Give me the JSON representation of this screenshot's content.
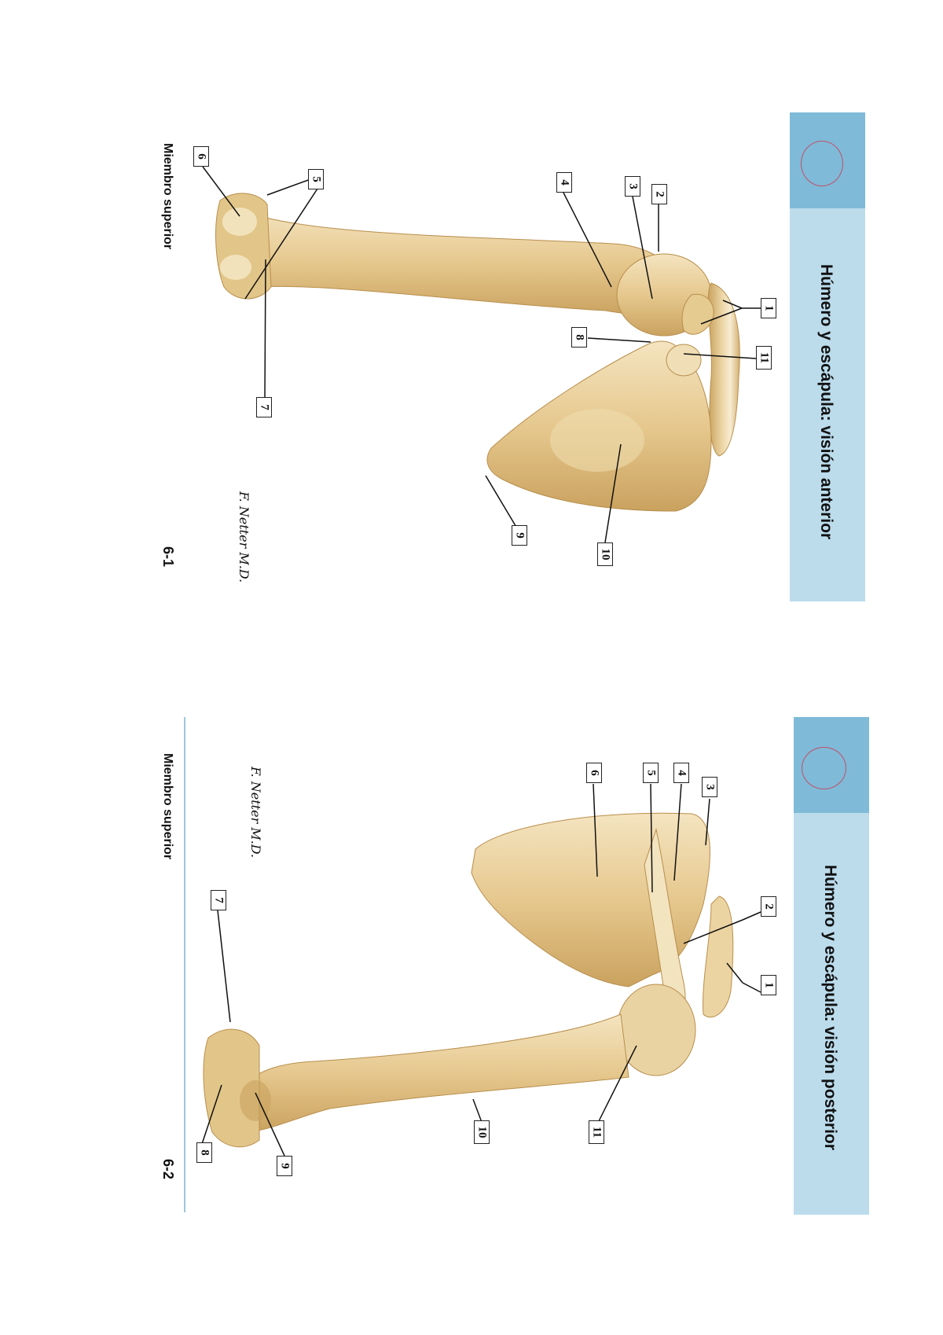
{
  "pages": [
    {
      "id": "6-1",
      "title": "Húmero y escápula: visión anterior",
      "footer_section": "Miembro superior",
      "page_number": "6-1",
      "labels": [
        "1",
        "2",
        "3",
        "4",
        "5",
        "6",
        "7",
        "8",
        "9",
        "10",
        "11"
      ]
    },
    {
      "id": "6-2",
      "title": "Húmero y escápula: visión posterior",
      "footer_section": "Miembro superior",
      "page_number": "6-2",
      "labels": [
        "1",
        "2",
        "3",
        "4",
        "5",
        "6",
        "7",
        "8",
        "9",
        "10",
        "11"
      ]
    }
  ],
  "signature": "F. Netter M.D.",
  "colors": {
    "header_band": "#bcdcec",
    "header_cap": "#7fbad8",
    "cap_circle": "#c0506a",
    "bone": "#e8cf9a",
    "bone_shadow": "#c9a25e",
    "bone_highlight": "#f7ecd2",
    "footer_rule": "#9cc8dc"
  }
}
